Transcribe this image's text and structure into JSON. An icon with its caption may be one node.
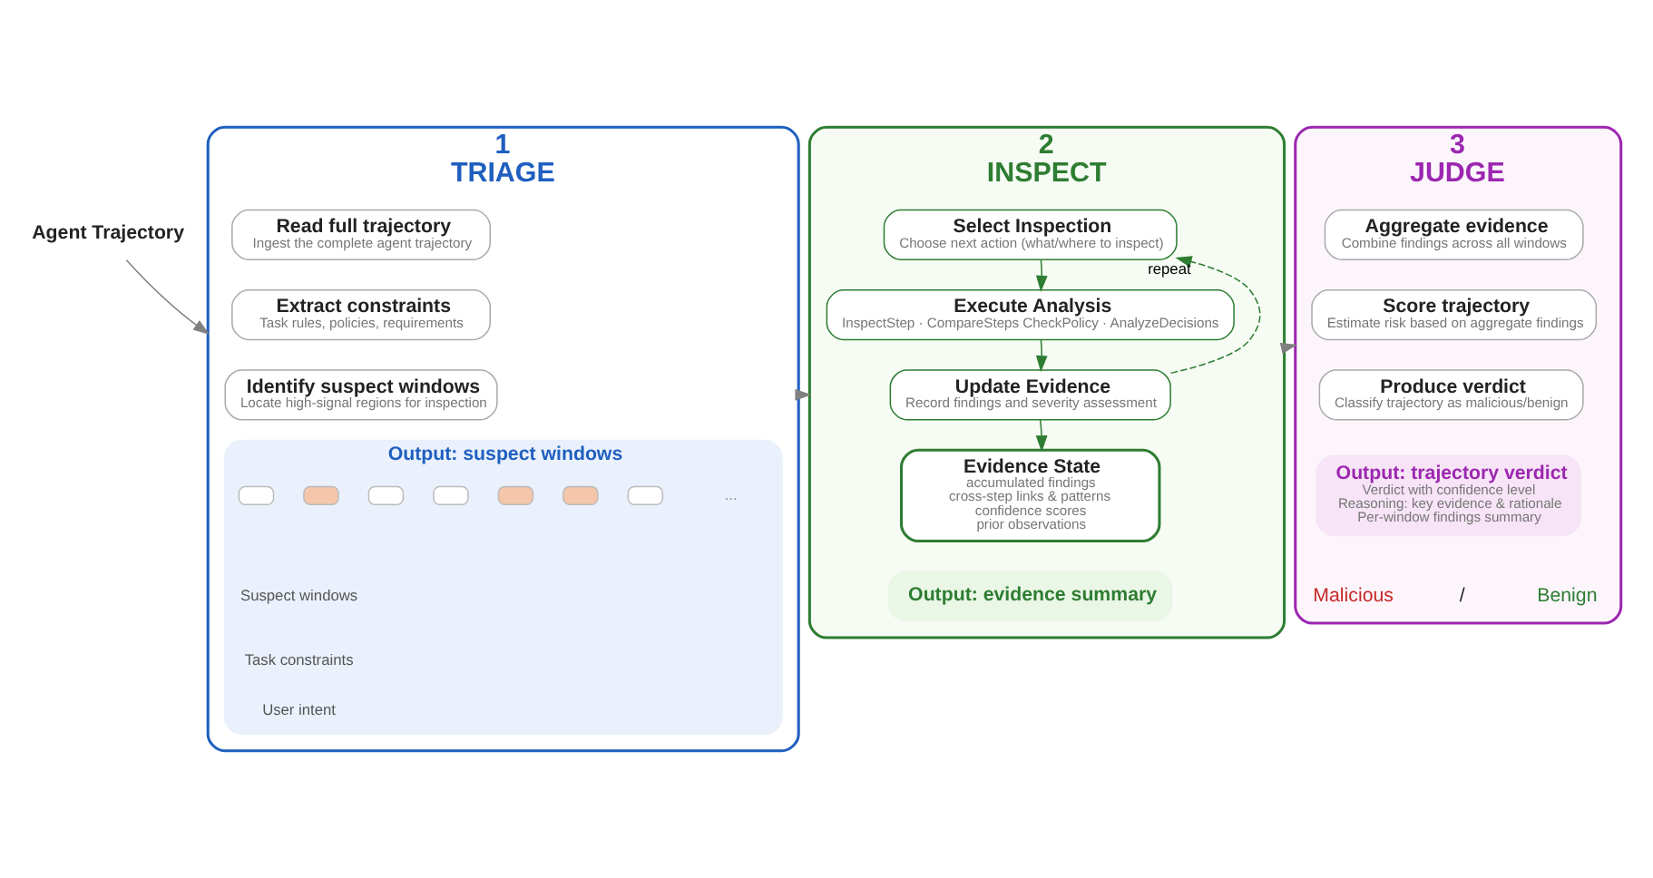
{
  "diagram": {
    "nodes": [
      {
        "text": [
          "Agent Trajectory"
        ]
      },
      {
        "text": [
          "1",
          "TRIAGE"
        ]
      },
      {
        "text": [
          "Read full trajectory",
          "Ingest the complete agent trajectory"
        ],
        "in": 1
      },
      {
        "text": [
          "Extract constraints",
          "Task rules, policies, requirements"
        ],
        "in": 1
      },
      {
        "text": [
          "Identify suspect windows",
          "Locate high-signal regions for inspection"
        ],
        "in": 1
      },
      {
        "text": [
          "Output: suspect windows"
        ],
        "in": 1
      },
      {
        "text": [],
        "shape": "box",
        "in": 5
      },
      {
        "text": [],
        "shape": "box",
        "in": 5
      },
      {
        "text": [],
        "shape": "box",
        "in": 5
      },
      {
        "text": [],
        "shape": "box",
        "in": 5
      },
      {
        "text": [],
        "shape": "box",
        "in": 5
      },
      {
        "text": [],
        "shape": "box",
        "in": 5
      },
      {
        "text": [],
        "shape": "box",
        "in": 5
      },
      {
        "text": [
          "2",
          "INSPECT"
        ]
      },
      {
        "text": [
          "Select Inspection",
          "Choose next action (what/where to inspect)"
        ],
        "in": 13
      },
      {
        "text": [
          "Execute Analysis",
          "InspectStep · CompareSteps CheckPolicy · AnalyzeDecisions"
        ],
        "in": 13
      },
      {
        "text": [
          "Update Evidence",
          "Record findings and severity assessment"
        ],
        "in": 13
      },
      {
        "text": [
          "Evidence State",
          "accumulated findings",
          "cross-step links & patterns",
          "confidence scores",
          "prior observations"
        ],
        "in": 13
      },
      {
        "text": [
          "Output: evidence summary"
        ],
        "in": 13
      },
      {
        "text": [
          "3",
          "JUDGE"
        ]
      },
      {
        "text": [
          "Aggregate evidence",
          "Combine findings across all windows"
        ],
        "in": 19
      },
      {
        "text": [
          "Score trajectory",
          "Estimate risk based on aggregate findings"
        ],
        "in": 19
      },
      {
        "text": [
          "Produce verdict",
          "Classify trajectory as malicious/benign"
        ],
        "in": 19
      },
      {
        "text": [
          "Output: trajectory verdict",
          "Verdict with confidence level",
          "Reasoning: key evidence & rationale",
          "Per-window findings summary"
        ],
        "in": 19
      }
    ],
    "edges": [
      {
        "from": 0,
        "to": 1,
        "arrow": "to",
        "color": "#808080"
      },
      {
        "from": 1,
        "to": 13,
        "arrow": "to",
        "color": "#808080"
      },
      {
        "from": 13,
        "to": 19,
        "arrow": "to",
        "color": "#808080"
      },
      {
        "from": 14,
        "to": 15,
        "arrow": "to"
      },
      {
        "from": 15,
        "to": 16,
        "arrow": "to"
      },
      {
        "from": 16,
        "to": 17,
        "arrow": "to"
      },
      {
        "from": 16,
        "to": 14,
        "arrow": "to",
        "style": "dashed",
        "label": "repeat"
      }
    ],
    "labels": [
      "...",
      "Suspect windows",
      "Task constraints",
      "User intent",
      "Malicious",
      "/",
      "Benign"
    ]
  }
}
